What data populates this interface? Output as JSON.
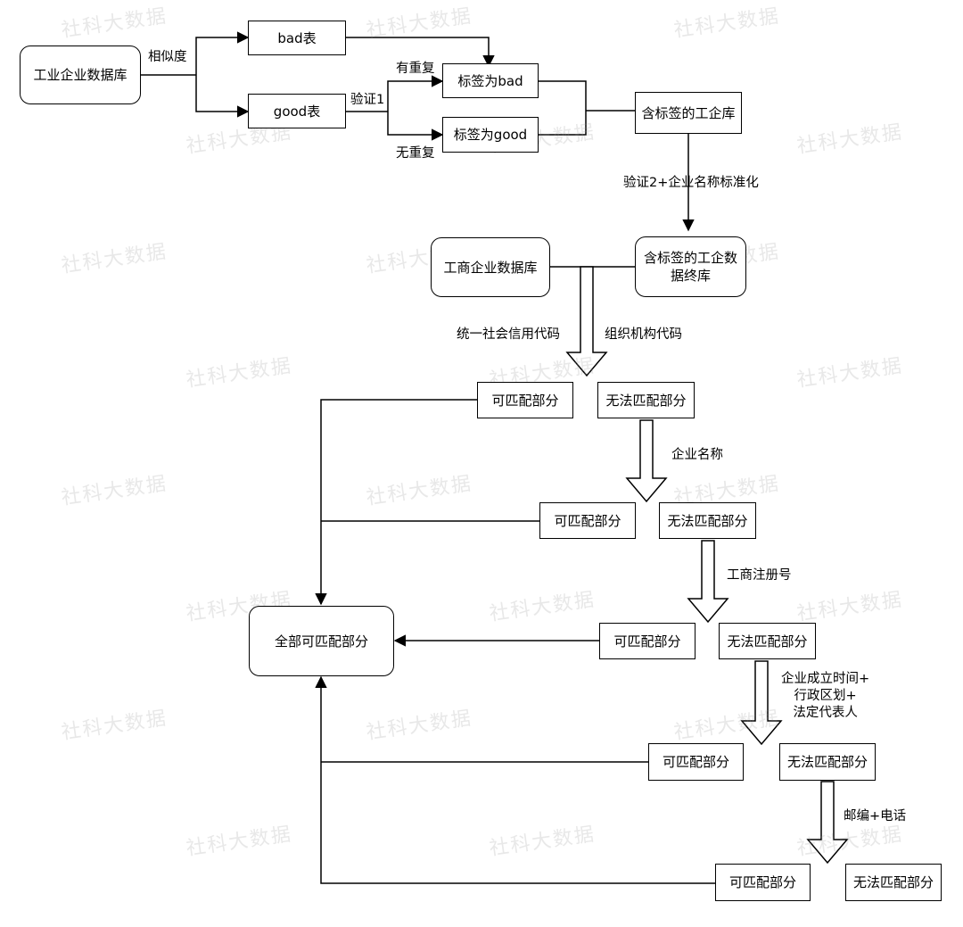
{
  "watermark": "社科大数据",
  "nodes": {
    "industrial_db": "工业企业数据库",
    "bad_table": "bad表",
    "good_table": "good表",
    "label_bad": "标签为bad",
    "label_good": "标签为good",
    "tagged_db": "含标签的工企库",
    "final_db": "含标签的工企数\n据终库",
    "commerce_db": "工商企业数据库",
    "match1": "可匹配部分",
    "nomatch1": "无法匹配部分",
    "match2": "可匹配部分",
    "nomatch2": "无法匹配部分",
    "match3": "可匹配部分",
    "nomatch3": "无法匹配部分",
    "match4": "可匹配部分",
    "nomatch4": "无法匹配部分",
    "match5": "可匹配部分",
    "nomatch5": "无法匹配部分",
    "all_match": "全部可匹配部分"
  },
  "edge_labels": {
    "similarity": "相似度",
    "duplicate": "有重复",
    "verify1": "验证1",
    "no_duplicate": "无重复",
    "verify2": "验证2+企业名称标准化",
    "credit_code": "统一社会信用代码",
    "org_code": "组织机构代码",
    "company_name": "企业名称",
    "reg_number": "工商注册号",
    "time_region_rep": "企业成立时间+\n行政区划+\n法定代表人",
    "zip_phone": "邮编+电话"
  }
}
